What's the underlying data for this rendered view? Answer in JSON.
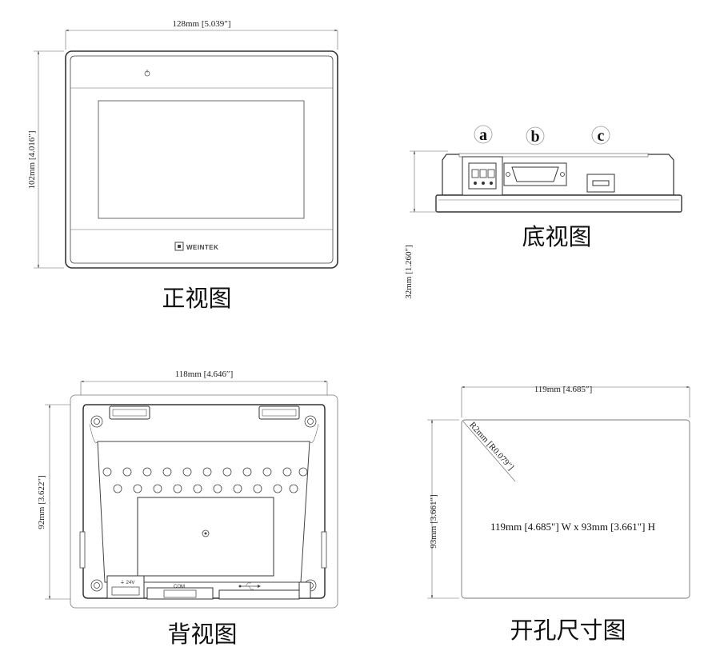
{
  "front_view": {
    "width_dim": "128mm [5.039″]",
    "height_dim": "102mm [4.016″]",
    "logo_text": "WEINTEK",
    "caption": "正视图"
  },
  "bottom_view": {
    "depth_dim": "32mm [1.260″]",
    "port_labels": [
      "a",
      "b",
      "c"
    ],
    "caption": "底视图"
  },
  "back_view": {
    "width_dim": "118mm [4.646″]",
    "height_dim": "92mm [3.622″]",
    "com_label": "COM",
    "caption": "背视图"
  },
  "cutout_view": {
    "width_dim": "119mm [4.685″]",
    "height_dim": "93mm [3.661″]",
    "radius_dim": "R2mm [R0.079″]",
    "size_text": "119mm [4.685\"]  W x 93mm [3.661\"] H",
    "caption": "开孔尺寸图"
  },
  "colors": {
    "line": "#444444",
    "text": "#111111",
    "background": "#ffffff"
  }
}
